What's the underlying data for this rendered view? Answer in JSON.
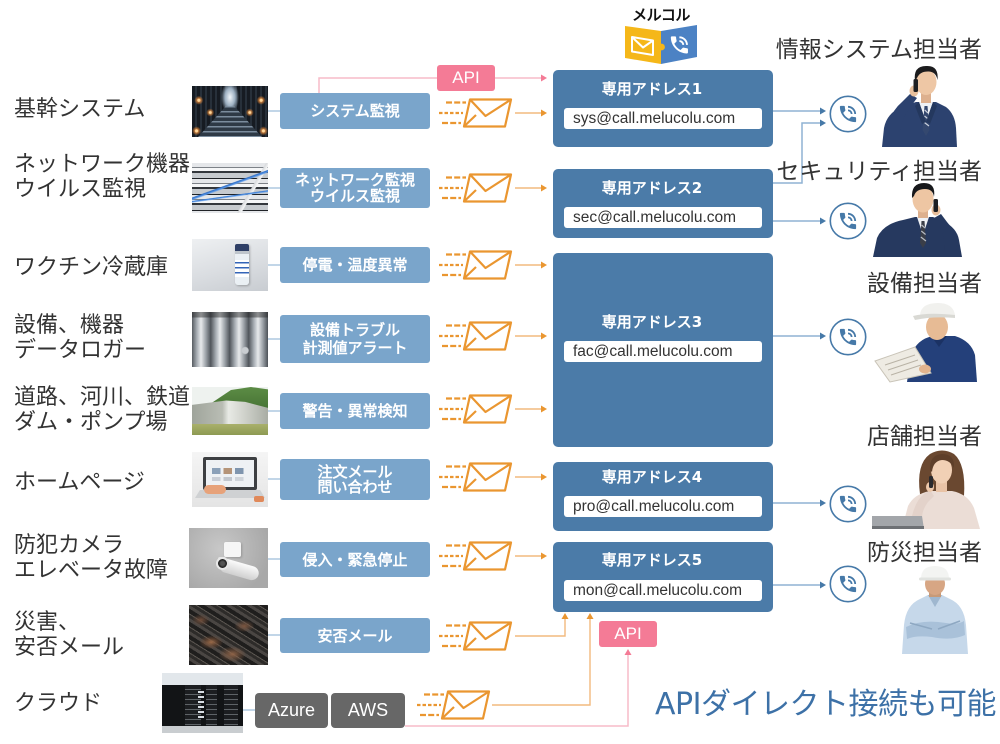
{
  "colors": {
    "category": "#7AA5CB",
    "address": "#4B7BA8",
    "email-orange": "#EA9630",
    "email-line": "#F2BA7E",
    "api-pink": "#F47B96",
    "api-line": "#F7BBC8",
    "phone-blue": "#4679A8",
    "link-blue": "#8FB2D3",
    "thumb-link": "#ADC8E0",
    "cloud-gray": "#676767",
    "footer-text": "#3D71A7",
    "text": "#333333"
  },
  "logo": {
    "text": "メルコル",
    "icon": "mail-phone-logo-icon"
  },
  "sources": [
    {
      "label": [
        "基幹システム"
      ],
      "photo": "server-room-photo",
      "category": [
        "システム監視"
      ],
      "notify_via": [
        "email",
        "API"
      ],
      "destination": "専用アドレス1"
    },
    {
      "label": [
        "ネットワーク機器",
        "ウイルス監視"
      ],
      "photo": "network-switch-photo",
      "category": [
        "ネットワーク監視",
        "ウイルス監視"
      ],
      "notify_via": [
        "email"
      ],
      "destination": "専用アドレス2"
    },
    {
      "label": [
        "ワクチン冷蔵庫"
      ],
      "photo": "vaccine-vial-photo",
      "category": [
        "停電・温度異常"
      ],
      "notify_via": [
        "email"
      ],
      "destination": "専用アドレス3"
    },
    {
      "label": [
        "設備、機器",
        "データロガー"
      ],
      "photo": "industrial-equipment-photo",
      "category": [
        "設備トラブル",
        "計測値アラート"
      ],
      "notify_via": [
        "email"
      ],
      "destination": "専用アドレス3"
    },
    {
      "label": [
        "道路、河川、鉄道",
        "ダム・ポンプ場"
      ],
      "photo": "dam-photo",
      "category": [
        "警告・異常検知"
      ],
      "notify_via": [
        "email"
      ],
      "destination": "専用アドレス3"
    },
    {
      "label": [
        "ホームページ"
      ],
      "photo": "laptop-photo",
      "category": [
        "注文メール",
        "問い合わせ"
      ],
      "notify_via": [
        "email"
      ],
      "destination": "専用アドレス4"
    },
    {
      "label": [
        "防犯カメラ",
        "エレベータ故障"
      ],
      "photo": "security-camera-photo",
      "category": [
        "侵入・緊急停止"
      ],
      "notify_via": [
        "email"
      ],
      "destination": "専用アドレス5"
    },
    {
      "label": [
        "災害、",
        "安否メール"
      ],
      "photo": "disaster-rubble-photo",
      "category": [
        "安否メール"
      ],
      "notify_via": [
        "email"
      ],
      "destination": "専用アドレス5"
    }
  ],
  "cloud": {
    "label": "クラウド",
    "photo": "data-center-photo",
    "services": [
      "Azure",
      "AWS"
    ],
    "notify_via": [
      "email",
      "API"
    ],
    "destination": "専用アドレス5"
  },
  "api": [
    {
      "label": "API"
    },
    {
      "label": "API"
    }
  ],
  "addresses": [
    {
      "title": "専用アドレス1",
      "email": "sys@call.melucolu.com",
      "calls": [
        "情報システム担当者"
      ]
    },
    {
      "title": "専用アドレス2",
      "email": "sec@call.melucolu.com",
      "calls": [
        "情報システム担当者",
        "セキュリティ担当者"
      ]
    },
    {
      "title": "専用アドレス3",
      "email": "fac@call.melucolu.com",
      "calls": [
        "設備担当者"
      ]
    },
    {
      "title": "専用アドレス4",
      "email": "pro@call.melucolu.com",
      "calls": [
        "店舗担当者"
      ]
    },
    {
      "title": "専用アドレス5",
      "email": "mon@call.melucolu.com",
      "calls": [
        "防災担当者"
      ]
    }
  ],
  "recipients": [
    {
      "label": "情報システム担当者",
      "photo": "businessman-on-phone-photo"
    },
    {
      "label": "セキュリティ担当者",
      "photo": "businessman-on-phone-photo"
    },
    {
      "label": "設備担当者",
      "photo": "maintenance-worker-photo"
    },
    {
      "label": "店舗担当者",
      "photo": "businesswoman-on-phone-photo"
    },
    {
      "label": "防災担当者",
      "photo": "hardhat-worker-photo"
    }
  ],
  "icons": {
    "email": "envelope-speed-icon",
    "call": "phone-call-icon",
    "arrow": "arrowhead"
  },
  "footer": "APIダイレクト接続も可能"
}
